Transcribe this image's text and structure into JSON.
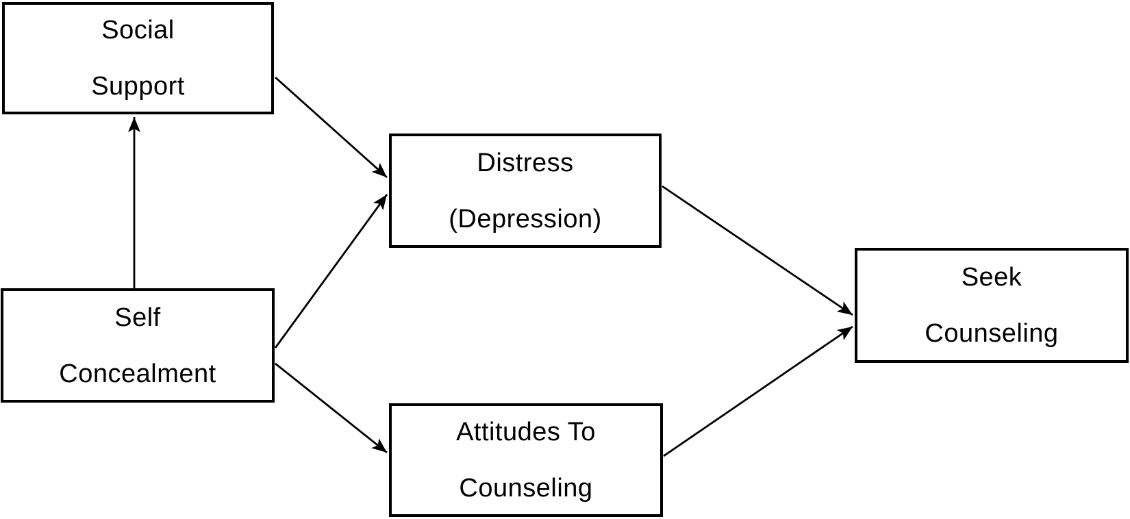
{
  "diagram": {
    "type": "path-model",
    "colors": {
      "background": "#ffffff",
      "box_border": "#000000",
      "text": "#000000",
      "arrow": "#000000"
    },
    "nodes": [
      {
        "id": "social-support",
        "line1": "Social",
        "line2": "Support"
      },
      {
        "id": "self-concealment",
        "line1": "Self",
        "line2": "Concealment"
      },
      {
        "id": "distress-depression",
        "line1": "Distress",
        "line2": "(Depression)"
      },
      {
        "id": "attitudes-to-counseling",
        "line1": "Attitudes To",
        "line2": "Counseling"
      },
      {
        "id": "seek-counseling",
        "line1": "Seek",
        "line2": "Counseling"
      }
    ],
    "edges": [
      {
        "from": "self-concealment",
        "to": "social-support"
      },
      {
        "from": "social-support",
        "to": "distress-depression"
      },
      {
        "from": "self-concealment",
        "to": "distress-depression"
      },
      {
        "from": "self-concealment",
        "to": "attitudes-to-counseling"
      },
      {
        "from": "distress-depression",
        "to": "seek-counseling"
      },
      {
        "from": "attitudes-to-counseling",
        "to": "seek-counseling"
      }
    ]
  }
}
